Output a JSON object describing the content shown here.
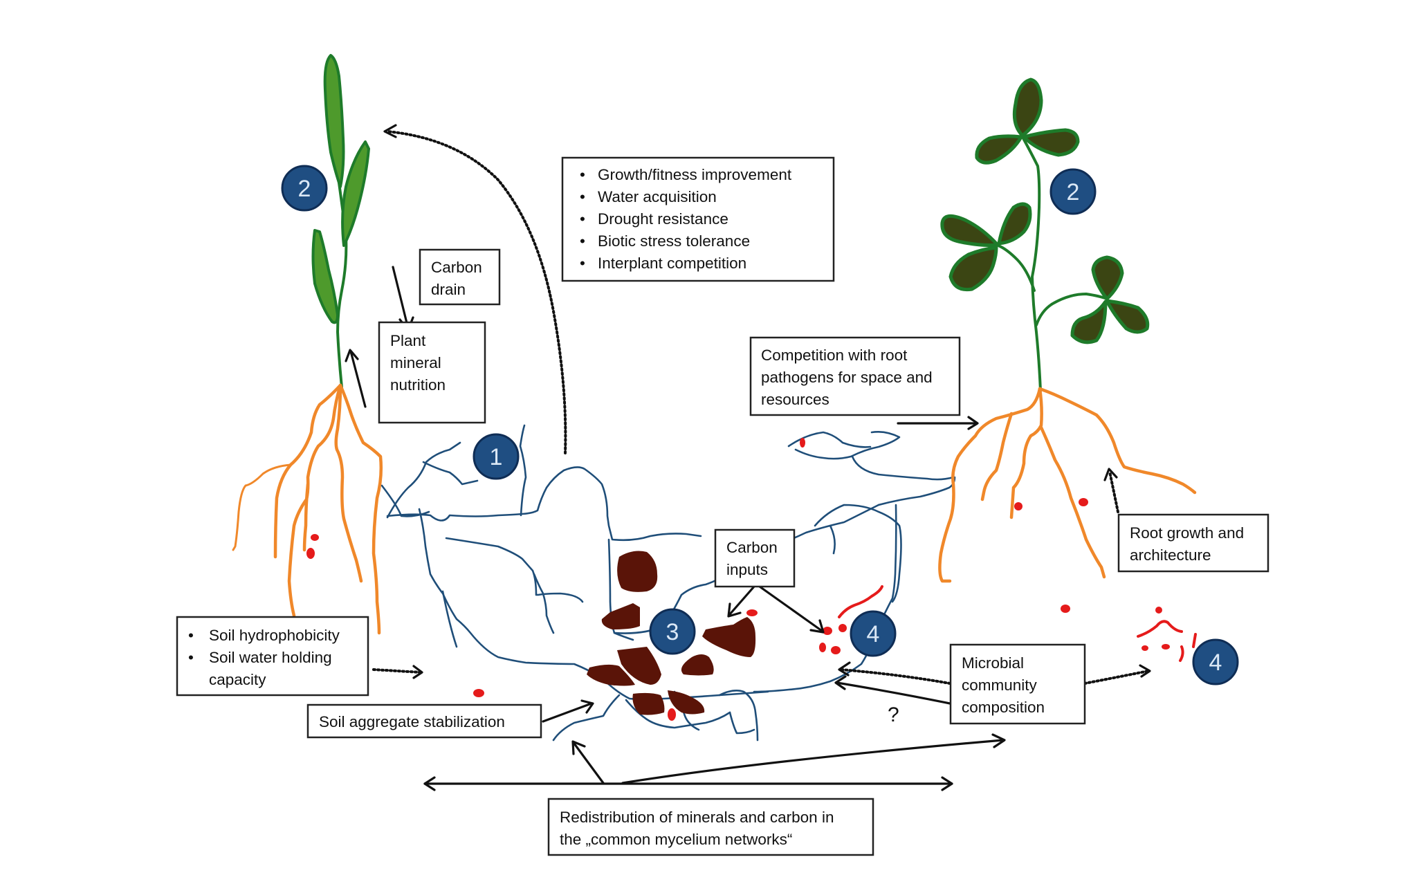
{
  "diagram": {
    "colors": {
      "hyphae": "#1f4e79",
      "roots": "#f0882a",
      "stem": "#1e7b2a",
      "grass_leaf": "#4e9a2c",
      "clover_leaf": "#3b4513",
      "aggregate": "#5a1408",
      "spore": "#e51b1b",
      "badge": "#1f4e82"
    },
    "badges": {
      "hyphal_network": "1",
      "plant_left": "2",
      "plant_right": "2",
      "soil_aggregates": "3",
      "microbes_center": "4",
      "microbes_right": "4"
    },
    "boxes": {
      "benefits": {
        "items": [
          "Growth/fitness improvement",
          "Water acquisition",
          "Drought resistance",
          "Biotic stress tolerance",
          "Interplant competition"
        ]
      },
      "carbon_drain": {
        "lines": [
          "Carbon",
          "drain"
        ]
      },
      "plant_mineral_nutrition": {
        "lines": [
          "Plant",
          "mineral",
          "nutrition"
        ]
      },
      "competition_pathogens": {
        "lines": [
          "Competition with root",
          "pathogens for space and",
          "resources"
        ]
      },
      "root_growth": {
        "lines": [
          "Root growth and",
          "architecture"
        ]
      },
      "carbon_inputs": {
        "lines": [
          "Carbon",
          "inputs"
        ]
      },
      "soil_water": {
        "items": [
          "Soil hydrophobicity",
          "Soil water holding"
        ],
        "continuation": "capacity"
      },
      "soil_aggregate": {
        "lines": [
          "Soil aggregate stabilization"
        ]
      },
      "microbial_community": {
        "lines": [
          "Microbial",
          "community",
          "composition"
        ]
      },
      "redistribution": {
        "lines": [
          "Redistribution of minerals and carbon in",
          "the „common mycelium networks“"
        ]
      }
    },
    "question_mark": "?",
    "bullet": "•"
  }
}
